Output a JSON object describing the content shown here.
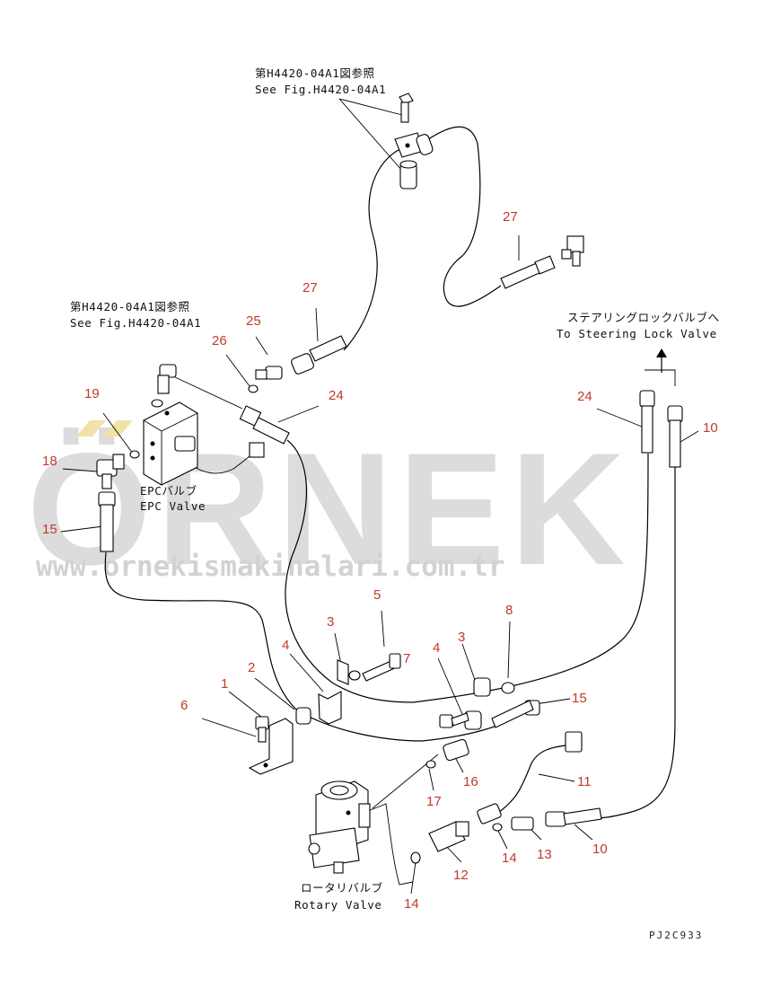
{
  "watermark": {
    "brand": "ÖRNEK",
    "url": "www.ornekismakinalari.com.tr"
  },
  "notes": {
    "ref_top_jp": "第H4420-04A1図参照",
    "ref_top_en": "See Fig.H4420-04A1",
    "ref_left_jp": "第H4420-04A1図参照",
    "ref_left_en": "See Fig.H4420-04A1",
    "steering_jp": "ステアリングロックバルブへ",
    "steering_en": "To Steering Lock Valve",
    "epc_jp": "EPCバルブ",
    "epc_en": "EPC Valve",
    "rotary_jp": "ロータリバルブ",
    "rotary_en": "Rotary Valve",
    "drawing_code": "PJ2C933"
  },
  "part_numbers": {
    "p27_top": "27",
    "p27_left": "27",
    "p25": "25",
    "p26": "26",
    "p24_left": "24",
    "p24_right": "24",
    "p19": "19",
    "p18": "18",
    "p15_left": "15",
    "p15_right": "15",
    "p10_top": "10",
    "p10_bottom": "10",
    "p5": "5",
    "p3_left": "3",
    "p3_right": "3",
    "p4_left": "4",
    "p4_right": "4",
    "p8": "8",
    "p7": "7",
    "p2": "2",
    "p1": "1",
    "p6": "6",
    "p16": "16",
    "p17": "17",
    "p11": "11",
    "p12": "12",
    "p13": "13",
    "p14_right": "14",
    "p14_bottom": "14"
  },
  "colors": {
    "part_number": "#c0392b",
    "line": "#000000",
    "watermark": "#dcdcdc"
  }
}
